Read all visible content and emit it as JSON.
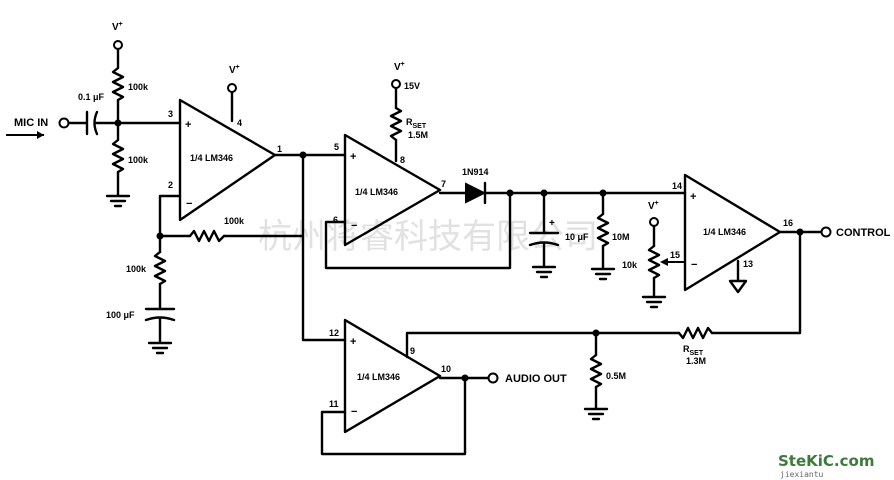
{
  "supply": {
    "vplus": "V",
    "vplus_sup": "+",
    "v15": "15V"
  },
  "io": {
    "mic_in": "MIC IN",
    "audio_out": "AUDIO OUT",
    "control": "CONTROL"
  },
  "opamps": {
    "label": "1/4 LM346"
  },
  "pins": {
    "p1": "1",
    "p2": "2",
    "p3": "3",
    "p4": "4",
    "p5": "5",
    "p6": "6",
    "p7": "7",
    "p8": "8",
    "p9": "9",
    "p10": "10",
    "p11": "11",
    "p12": "12",
    "p13": "13",
    "p14": "14",
    "p15": "15",
    "p16": "16"
  },
  "components": {
    "c_in": "0.1 μF",
    "r_top": "100k",
    "r_bot": "100k",
    "r_fb": "100k",
    "r_gnd": "100k",
    "c_gnd": "100 μF",
    "rset1_a": "R",
    "rset1_sub": "SET",
    "rset1_val": "1.5M",
    "diode": "1N914",
    "c_hold": "10 μF",
    "r_hold": "10M",
    "pot": "10k",
    "rset2_a": "R",
    "rset2_sub": "SET",
    "rset2_val": "1.3M",
    "r_out": "0.5M"
  },
  "watermark": {
    "text": "杭州将睿科技有限公司"
  },
  "logo": {
    "name": "SteKiC.com",
    "sub": "jiexiantu"
  }
}
